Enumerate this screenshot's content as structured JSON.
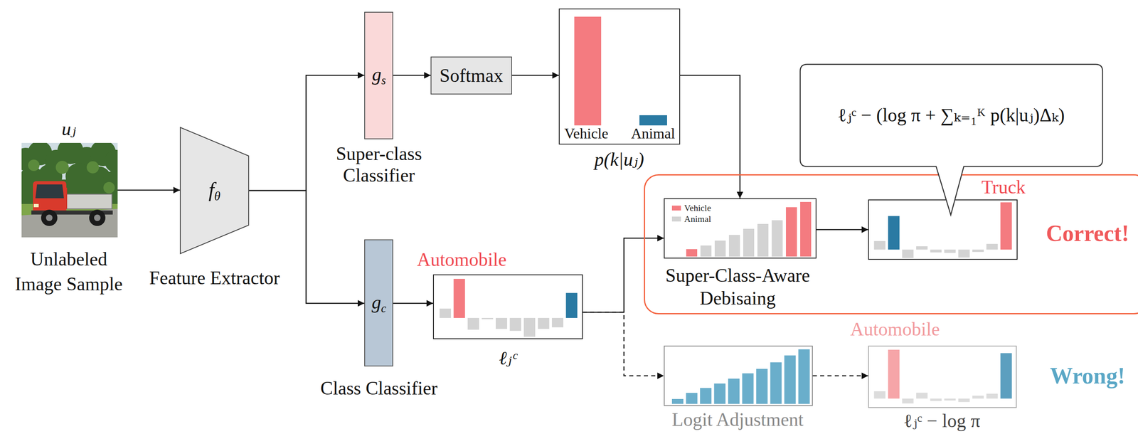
{
  "diagram": {
    "nodes": [
      {
        "text": [
          "uⱼ",
          "Unlabeled Image Sample"
        ]
      },
      {
        "text": [
          "fθ",
          "Feature Extractor"
        ]
      },
      {
        "text": [
          "gs",
          "Super-class Classifier"
        ]
      },
      {
        "text": [
          "Softmax"
        ]
      },
      {
        "text": [
          "Vehicle",
          "Animal",
          "p(k|uⱼ)"
        ]
      },
      {
        "text": [
          "gc",
          "Class Classifier"
        ]
      },
      {
        "text": [
          "Automobile",
          "ℓⱼᶜ"
        ]
      },
      {
        "text": [
          "ℓⱼᶜ − (log π + ∑ₖ₌₁ᴷ p(k|uⱼ)Δₖ)"
        ]
      },
      {
        "text": [
          "Correct!"
        ]
      },
      {
        "text": [
          "Super-Class-Aware Debisaing"
        ],
        "in": 8
      },
      {
        "text": [
          "Truck"
        ],
        "in": 8
      },
      {
        "text": [
          "Logit Adjustment"
        ]
      },
      {
        "text": [
          "Automobile",
          "ℓⱼᶜ − log π"
        ]
      }
    ],
    "edges": [
      {
        "from": 0,
        "to": 1,
        "arrow": "to"
      },
      {
        "from": 1,
        "to": 2,
        "arrow": "to"
      },
      {
        "from": 1,
        "to": 5,
        "arrow": "to"
      },
      {
        "from": 2,
        "to": 3,
        "arrow": "to"
      },
      {
        "from": 3,
        "to": 4,
        "arrow": "to"
      },
      {
        "from": 5,
        "to": 6,
        "arrow": "to"
      },
      {
        "from": 4,
        "to": 9,
        "arrow": "to"
      },
      {
        "from": 6,
        "to": 9,
        "arrow": "to"
      },
      {
        "from": 6,
        "to": 11,
        "arrow": "to"
      },
      {
        "from": 9,
        "to": 10,
        "arrow": "to"
      },
      {
        "from": 11,
        "to": 12,
        "arrow": "to"
      }
    ],
    "labels": [
      "Wrong!"
    ],
    "legend": [
      {
        "text": "Vehicle",
        "color": "#f47b80"
      },
      {
        "text": "Animal",
        "color": "#d3d3d3"
      }
    ]
  }
}
